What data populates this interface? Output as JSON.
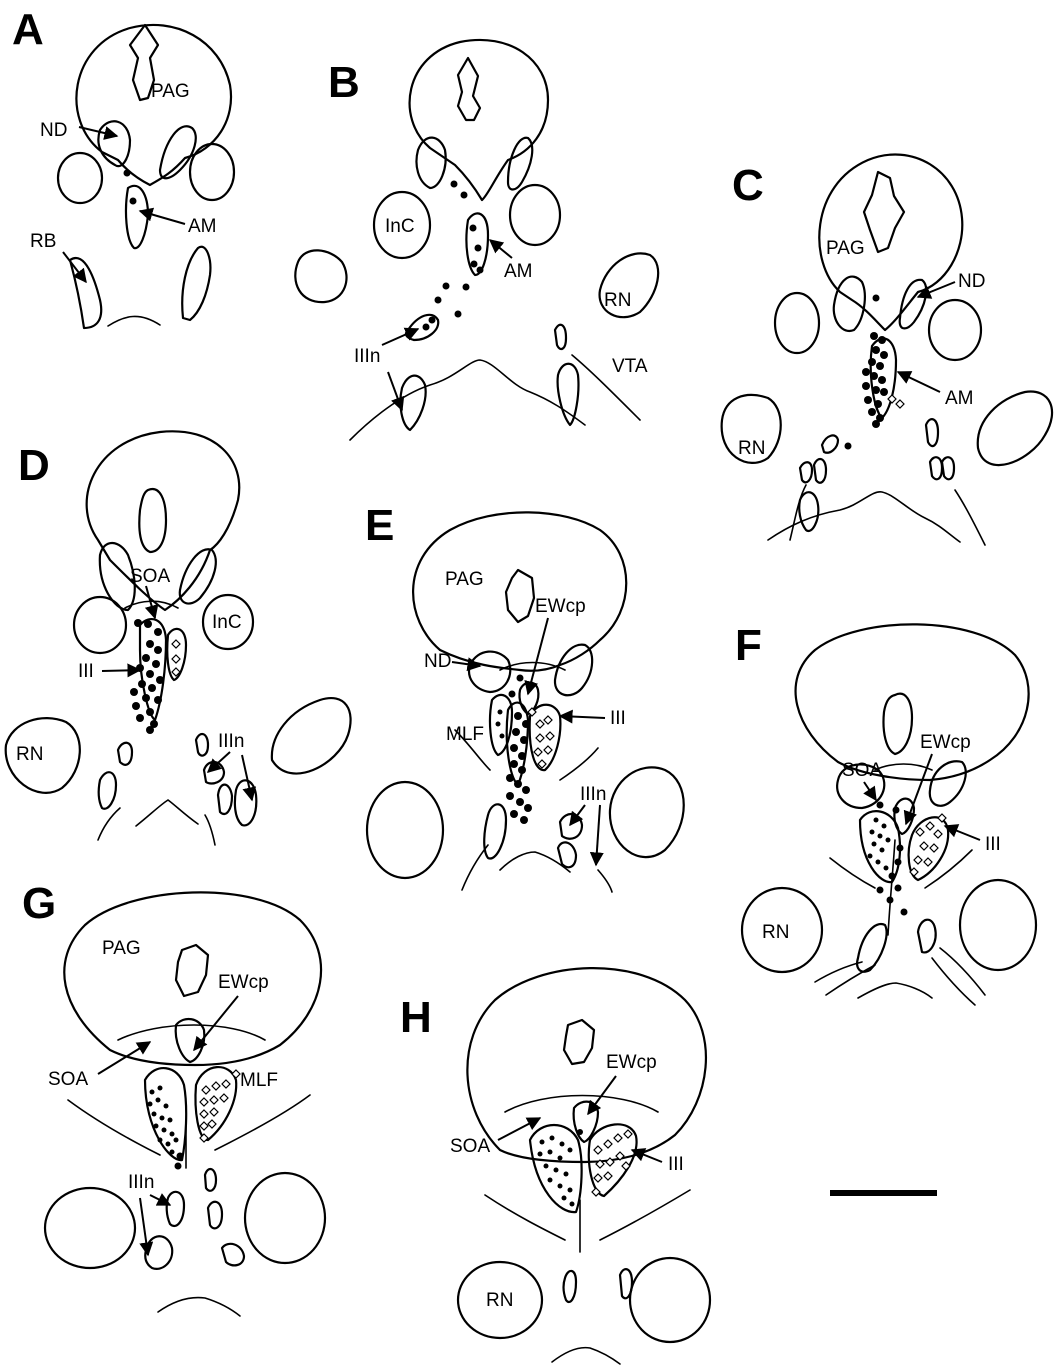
{
  "panels": [
    {
      "id": "A",
      "labels": [
        "PAG",
        "ND",
        "AM",
        "RB"
      ]
    },
    {
      "id": "B",
      "labels": [
        "InC",
        "AM",
        "RN",
        "IIIn",
        "VTA"
      ]
    },
    {
      "id": "C",
      "labels": [
        "PAG",
        "ND",
        "AM",
        "RN"
      ]
    },
    {
      "id": "D",
      "labels": [
        "SOA",
        "InC",
        "III",
        "IIIn",
        "RN"
      ]
    },
    {
      "id": "E",
      "labels": [
        "PAG",
        "EWcp",
        "ND",
        "III",
        "MLF",
        "IIIn"
      ]
    },
    {
      "id": "F",
      "labels": [
        "EWcp",
        "SOA",
        "III",
        "RN"
      ]
    },
    {
      "id": "G",
      "labels": [
        "PAG",
        "EWcp",
        "SOA",
        "MLF",
        "IIIn"
      ]
    },
    {
      "id": "H",
      "labels": [
        "EWcp",
        "SOA",
        "III",
        "RN"
      ]
    }
  ],
  "legend": {
    "filled_marker": "filled-circle",
    "open_marker": "open-diamond"
  },
  "scale_bar": {
    "label": ""
  }
}
